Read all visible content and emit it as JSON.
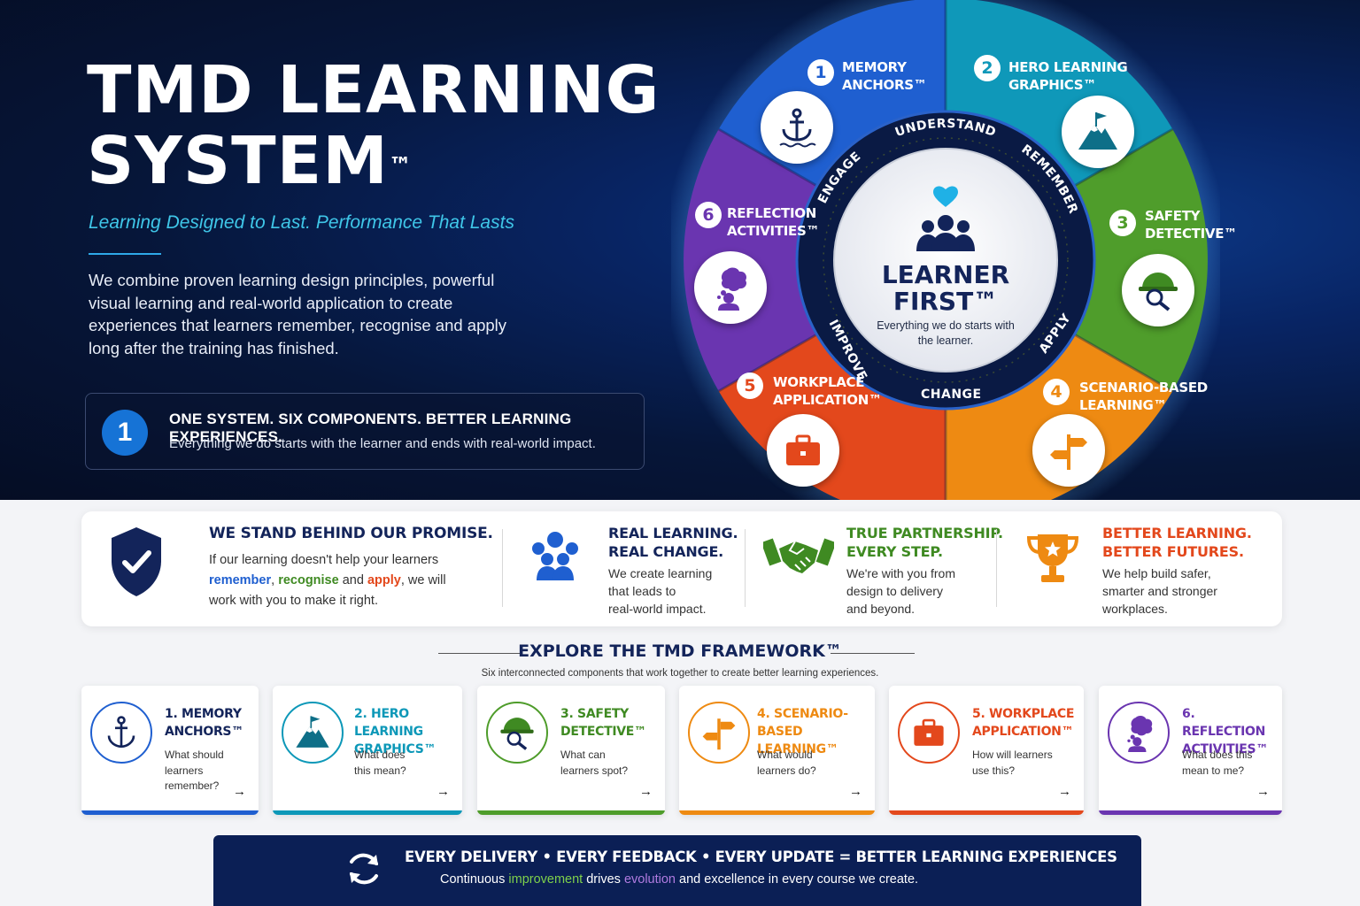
{
  "hero": {
    "title_line1": "TMD LEARNING",
    "title_line2": "SYSTEM",
    "title_tm": "™",
    "tagline": "Learning Designed to Last. Performance That Lasts",
    "intro": "We combine proven learning design principles, powerful visual learning and real-world application to create experiences that learners remember, recognise and apply long after the training has finished.",
    "system_badge": "1",
    "system_heading": "ONE SYSTEM. SIX COMPONENTS. BETTER LEARNING EXPERIENCES.",
    "system_sub": "Everything we do starts with the learner and ends with real-world impact."
  },
  "wheel": {
    "center_title_1": "LEARNER",
    "center_title_2": "FIRST™",
    "center_sub": "Everything we do starts with the learner.",
    "ring_words": [
      "UNDERSTAND",
      "REMEMBER",
      "APPLY",
      "CHANGE",
      "IMPROVE",
      "ENGAGE"
    ],
    "segments": [
      {
        "num": "1",
        "line1": "MEMORY",
        "line2": "ANCHORS™",
        "color": "#1f5fd0",
        "icon": "anchor-icon"
      },
      {
        "num": "2",
        "line1": "HERO LEARNING",
        "line2": "GRAPHICS™",
        "color": "#0d98b8",
        "icon": "mountain-flag-icon"
      },
      {
        "num": "3",
        "line1": "SAFETY",
        "line2": "DETECTIVE™",
        "color": "#4e9c2a",
        "icon": "detective-icon"
      },
      {
        "num": "4",
        "line1": "SCENARIO-BASED",
        "line2": "LEARNING™",
        "color": "#ee8a12",
        "icon": "signpost-icon"
      },
      {
        "num": "5",
        "line1": "WORKPLACE",
        "line2": "APPLICATION™",
        "color": "#e3481c",
        "icon": "briefcase-icon"
      },
      {
        "num": "6",
        "line1": "REFLECTION",
        "line2": "ACTIVITIES™",
        "color": "#6a35b0",
        "icon": "thought-icon"
      }
    ]
  },
  "promise": {
    "heading": "WE STAND BEHIND OUR PROMISE.",
    "text_a": "If our learning doesn't help your learners",
    "word_remember": "remember",
    "sep1": ",",
    "word_recognise": "recognise",
    "and": "and",
    "word_apply": "apply",
    "text_b": ", we will",
    "text_c": "work with you to make it right.",
    "items": [
      {
        "h1": "REAL LEARNING.",
        "h2": "REAL CHANGE.",
        "t1": "We create learning",
        "t2": "that leads to",
        "t3": "real-world impact.",
        "color": "#13245a"
      },
      {
        "h1": "TRUE PARTNERSHIP.",
        "h2": "EVERY STEP.",
        "t1": "We're with you from",
        "t2": "design to delivery",
        "t3": "and beyond.",
        "color": "#3f8a22"
      },
      {
        "h1": "BETTER LEARNING.",
        "h2": "BETTER FUTURES.",
        "t1": "We help build safer,",
        "t2": "smarter and stronger",
        "t3": "workplaces.",
        "color": "#e3481c"
      }
    ]
  },
  "explore": {
    "title": "EXPLORE THE TMD FRAMEWORK™",
    "subtitle": "Six interconnected components that work together to create better learning experiences.",
    "cards": [
      {
        "t1": "1. MEMORY",
        "t2": "ANCHORS™",
        "q1": "What should",
        "q2": "learners remember?",
        "color": "#13245a",
        "accent": "#1f5fd0",
        "icon": "anchor-icon"
      },
      {
        "t1": "2. HERO LEARNING",
        "t2": "GRAPHICS™",
        "q1": "What does",
        "q2": "this mean?",
        "color": "#0d98b8",
        "accent": "#0d98b8",
        "icon": "mountain-flag-icon"
      },
      {
        "t1": "3. SAFETY",
        "t2": "DETECTIVE™",
        "q1": "What can",
        "q2": "learners spot?",
        "color": "#3f8a22",
        "accent": "#4e9c2a",
        "icon": "detective-icon"
      },
      {
        "t1": "4. SCENARIO-BASED",
        "t2": "LEARNING™",
        "q1": "What would",
        "q2": "learners do?",
        "color": "#ee8a12",
        "accent": "#ee8a12",
        "icon": "signpost-icon"
      },
      {
        "t1": "5. WORKPLACE",
        "t2": "APPLICATION™",
        "q1": "How will learners",
        "q2": "use this?",
        "color": "#e3481c",
        "accent": "#e3481c",
        "icon": "briefcase-icon"
      },
      {
        "t1": "6. REFLECTION",
        "t2": "ACTIVITIES™",
        "q1": "What does this",
        "q2": "mean to me?",
        "color": "#6a35b0",
        "accent": "#6a35b0",
        "icon": "thought-icon"
      }
    ],
    "arrow": "→"
  },
  "footer": {
    "heading": "EVERY DELIVERY • EVERY FEEDBACK • EVERY UPDATE = BETTER LEARNING EXPERIENCES",
    "sub_a": "Continuous",
    "word_improvement": "improvement",
    "sub_b": "drives",
    "word_evolution": "evolution",
    "sub_c": "and excellence in every course we create.",
    "icon": "refresh-icon"
  }
}
